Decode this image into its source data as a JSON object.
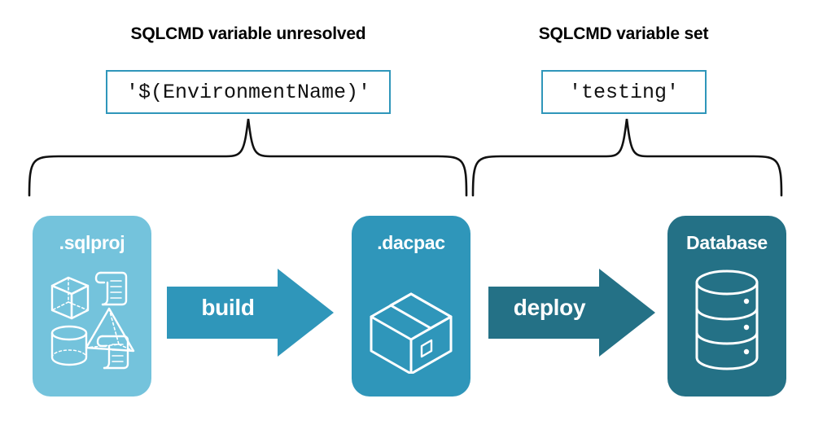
{
  "diagram": {
    "title_left": "SQLCMD variable unresolved",
    "title_right": "SQLCMD variable set",
    "value_left": "'$(EnvironmentName)'",
    "value_right": "'testing'",
    "colors": {
      "light_blue": "#74c3dc",
      "medium_teal": "#2f96ba",
      "dark_teal": "#247186",
      "brace_stroke": "#111111",
      "white": "#ffffff",
      "background": "#ffffff"
    },
    "stages": [
      {
        "label": ".sqlproj",
        "color": "#74c3dc",
        "icon": "sqlproj-contents-icon",
        "icon_parts": [
          "wireframe-cube-icon",
          "scroll-icon",
          "pyramid-icon",
          "cylinder-icon",
          "scroll-icon"
        ]
      },
      {
        "label": ".dacpac",
        "color": "#2f96ba",
        "icon": "package-box-icon",
        "icon_parts": [
          "package-box-icon"
        ]
      },
      {
        "label": "Database",
        "color": "#247186",
        "icon": "database-cylinder-icon",
        "icon_parts": [
          "database-cylinder-icon"
        ]
      }
    ],
    "arrows": [
      {
        "label": "build",
        "color": "#2f96ba"
      },
      {
        "label": "deploy",
        "color": "#247186"
      }
    ],
    "braces": [
      {
        "name": "brace-build-scope",
        "spans": [
          ".sqlproj",
          ".dacpac"
        ]
      },
      {
        "name": "brace-deploy-scope",
        "spans": [
          ".dacpac",
          "Database"
        ]
      }
    ]
  }
}
